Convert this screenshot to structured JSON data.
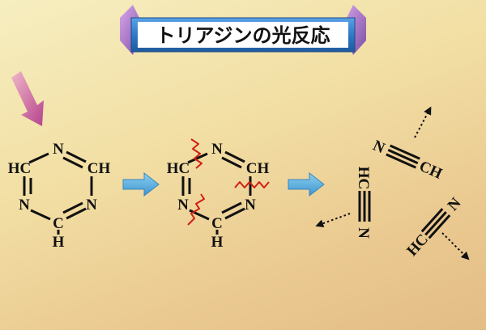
{
  "title": "トリアジンの光反応",
  "colors": {
    "background": "#f2dfa4",
    "banner": "#2f79c7",
    "arrow_blue": "#4fa7d8",
    "light_arrow": "#b84a8e",
    "cleavage": "#d11f12"
  },
  "molecule": {
    "N_top": "N",
    "CH_upper_left": "HC",
    "CH_upper_right": "CH",
    "N_left": "N",
    "N_right": "N",
    "C_bottom": "C",
    "H_bottom": "H"
  },
  "fragments": {
    "product_1": {
      "N": "N",
      "CH": "CH"
    },
    "product_2": {
      "HC": "HC",
      "N": "N"
    },
    "product_3": {
      "HC": "HC",
      "N": "N"
    }
  }
}
